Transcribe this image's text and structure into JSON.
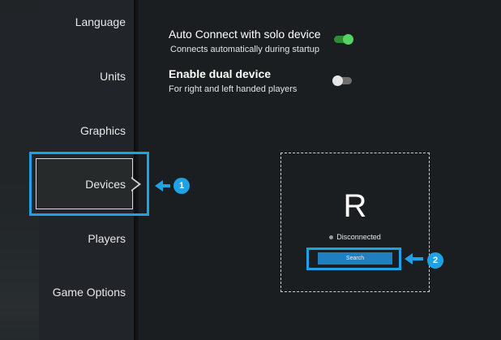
{
  "sidebar": {
    "items": [
      {
        "id": "language",
        "label": "Language"
      },
      {
        "id": "units",
        "label": "Units"
      },
      {
        "id": "graphics",
        "label": "Graphics"
      },
      {
        "id": "devices",
        "label": "Devices",
        "active": true
      },
      {
        "id": "players",
        "label": "Players"
      },
      {
        "id": "game-options",
        "label": "Game Options"
      }
    ]
  },
  "settings": {
    "auto_connect": {
      "title": "Auto Connect with solo device",
      "subtitle": "Connects automatically during startup",
      "enabled": true
    },
    "dual_device": {
      "title": "Enable dual device",
      "subtitle": "For right and left handed players",
      "enabled": false
    }
  },
  "device": {
    "letter": "R",
    "status": "Disconnected",
    "search_label": "Search"
  },
  "callouts": [
    "1",
    "2"
  ],
  "colors": {
    "accent": "#1ea2e4",
    "toggle_on": "#56d364",
    "button": "#1f7fc0"
  }
}
